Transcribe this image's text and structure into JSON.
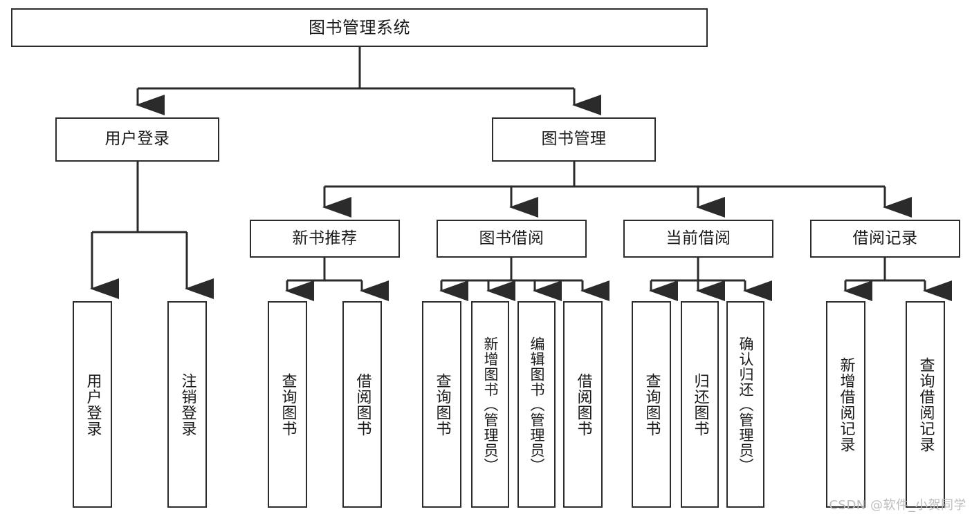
{
  "diagram": {
    "title": "图书管理系统",
    "type": "tree-structure-chart",
    "line_color": "#2b2b2b",
    "box_fill": "#ffffff",
    "text_color": "#1a1a1a"
  },
  "root": {
    "label": "图书管理系统"
  },
  "level2": [
    {
      "id": "user-login",
      "label": "用户登录"
    },
    {
      "id": "book-manage",
      "label": "图书管理"
    }
  ],
  "level3": [
    {
      "id": "new-book-recommend",
      "label": "新书推荐"
    },
    {
      "id": "book-borrow",
      "label": "图书借阅"
    },
    {
      "id": "current-borrow",
      "label": "当前借阅"
    },
    {
      "id": "borrow-record",
      "label": "借阅记录"
    }
  ],
  "leaves": {
    "user_login": [
      {
        "id": "leaf-user-login",
        "label": "用户登录"
      },
      {
        "id": "leaf-logout-login",
        "label": "注销登录"
      }
    ],
    "new_book_recommend": [
      {
        "id": "leaf-query-book-1",
        "label": "查询图书"
      },
      {
        "id": "leaf-borrow-book-1",
        "label": "借阅图书"
      }
    ],
    "book_borrow": [
      {
        "id": "leaf-query-book-2",
        "label": "查询图书"
      },
      {
        "id": "leaf-add-book",
        "label": "新增图书（管理员）"
      },
      {
        "id": "leaf-edit-book",
        "label": "编辑图书（管理员）"
      },
      {
        "id": "leaf-borrow-book-2",
        "label": "借阅图书"
      }
    ],
    "current_borrow": [
      {
        "id": "leaf-query-book-3",
        "label": "查询图书"
      },
      {
        "id": "leaf-return-book",
        "label": "归还图书"
      },
      {
        "id": "leaf-confirm-return",
        "label": "确认归还（管理员）"
      }
    ],
    "borrow_record": [
      {
        "id": "leaf-add-record",
        "label": "新增借阅记录"
      },
      {
        "id": "leaf-query-record",
        "label": "查询借阅记录"
      }
    ]
  },
  "watermark": {
    "text": "CSDN @软件_小贺同学"
  }
}
